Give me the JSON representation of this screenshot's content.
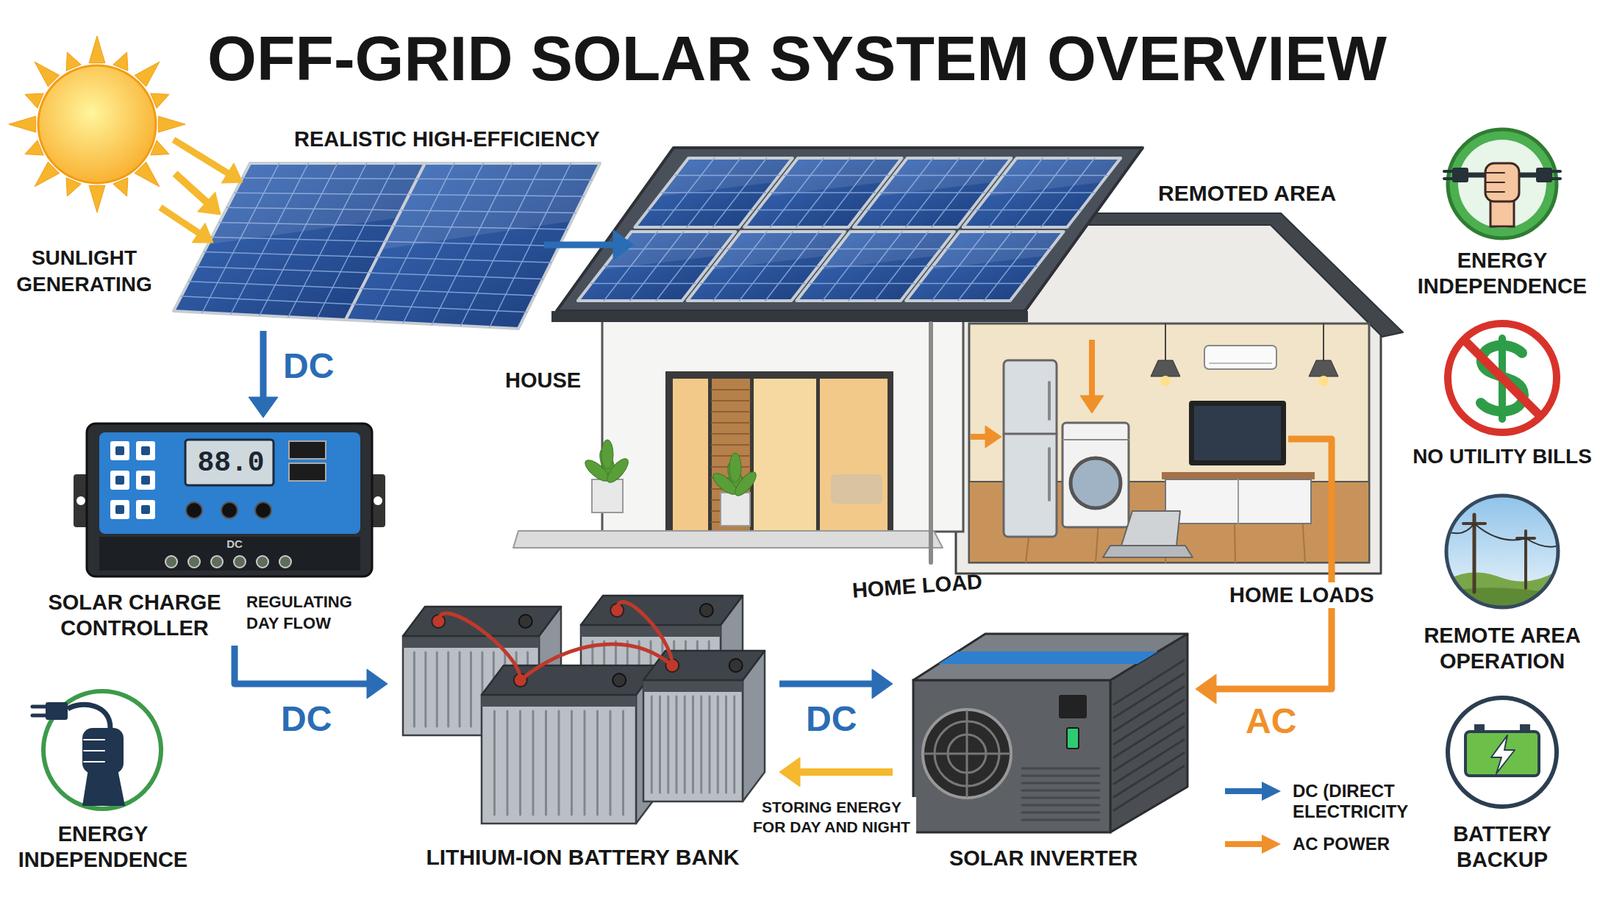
{
  "diagram": {
    "title": "OFF-GRID SOLAR SYSTEM OVERVIEW",
    "nodes": [
      {
        "text": [
          "SUNLIGHT GENERATING"
        ]
      },
      {
        "text": [
          "REALISTIC HIGH-EFFICIENCY"
        ]
      },
      {
        "text": [
          "HOUSE",
          "REMOTED AREA"
        ]
      },
      {
        "text": [
          "ENERGY INDEPENDENCE"
        ]
      },
      {
        "text": [
          "NO UTILITY BILLS"
        ]
      },
      {
        "text": [
          "SOLAR CHARGE CONTROLLER",
          "REGULATING DAY FLOW"
        ]
      },
      {
        "text": [
          "REMOTE AREA OPERATION"
        ]
      },
      {
        "text": [
          "LITHIUM-ION BATTERY BANK"
        ]
      },
      {
        "text": [
          "SOLAR INVERTER"
        ]
      },
      {
        "text": [
          "ENERGY INDEPENDENCE"
        ]
      },
      {
        "text": [
          "BATTERY BACKUP"
        ]
      }
    ],
    "edges": [
      {
        "from": 0,
        "to": 1,
        "arrow": "to"
      },
      {
        "from": 1,
        "to": 2,
        "arrow": "to"
      },
      {
        "from": 1,
        "to": 5,
        "label": "DC",
        "arrow": "to"
      },
      {
        "from": 5,
        "to": 7,
        "label": "DC",
        "arrow": "to"
      },
      {
        "from": 7,
        "to": 8,
        "label": "DC",
        "arrow": "to"
      },
      {
        "from": 8,
        "to": 7,
        "label": "STORING ENERGY FOR DAY AND NIGHT",
        "arrow": "to"
      },
      {
        "from": 2,
        "to": 8,
        "label": "AC",
        "arrow": "to"
      }
    ],
    "labels": [
      "88.0",
      "DC",
      "HOME LOAD",
      "HOME LOADS"
    ],
    "legend": [
      {
        "text": "DC (DIRECT ELECTRICITY",
        "color": "#2a6db5"
      },
      {
        "text": "AC POWER",
        "color": "#f0902a"
      }
    ]
  }
}
